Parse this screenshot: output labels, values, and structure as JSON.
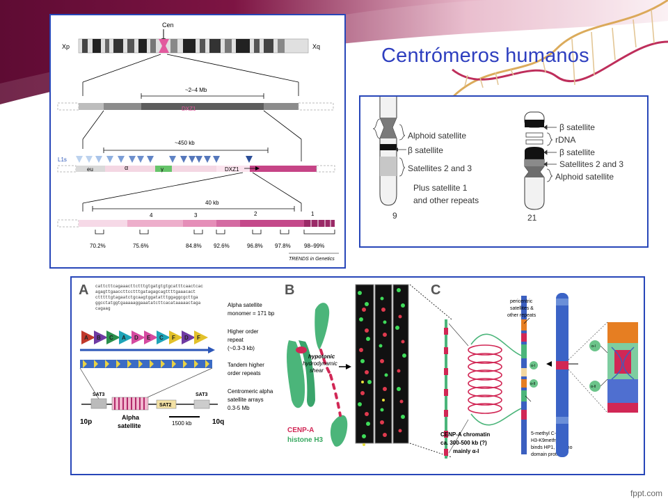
{
  "slide": {
    "title": "Centrómeros humanos",
    "watermark": "fppt.com"
  },
  "figure_x": {
    "cen": "Cen",
    "xp": "Xp",
    "xq": "Xq",
    "mb_range": "~2–4 Mb",
    "dxz1_a": "DXZ1",
    "kb450": "~450 kb",
    "l1s": "L1s",
    "eu": "eu",
    "alpha": "α",
    "gamma": "γ",
    "dxz1_b": "DXZ1",
    "kb40": "40 kb",
    "hor_labels": [
      "4",
      "3",
      "2",
      "1"
    ],
    "percents": [
      "70.2%",
      "75.6%",
      "84.8%",
      "92.6%",
      "96.8%",
      "97.8%",
      "98–99%"
    ],
    "credit": "TRENDS in Genetics"
  },
  "figure_21_9": {
    "left_labels": [
      "Alphoid satellite",
      "β satellite",
      "Satellites 2 and 3",
      "Plus satellite 1",
      "and other repeats"
    ],
    "left_num": "9",
    "right_labels": [
      "β satellite",
      "rDNA",
      "β satellite",
      "Satellites 2 and 3",
      "Alphoid satellite"
    ],
    "right_num": "21"
  },
  "figure_abc": {
    "panel_a": "A",
    "panel_b": "B",
    "panel_c": "C",
    "sequence": [
      "cattcttcagaaacttctttgtgatgtgtgcatttcaactcac",
      "agagttgaaccttcctttgatagagcagttttgaaacact",
      "ctttttgtagaatctgcaagtggatatttggaggcgcttga",
      "ggcctatggtgaaaaaggaaatatcttcacataaaaactaga",
      "cagaag"
    ],
    "monomer_title": "Alpha satellite",
    "monomer_sub": "monomer = 171 bp",
    "letters": [
      "A",
      "B",
      "C",
      "A",
      "D",
      "E",
      "C",
      "F",
      "D",
      "F"
    ],
    "hor_title": "Higher order",
    "hor_sub1": "repeat",
    "hor_sub2": "(~0.3-3 kb)",
    "tandem1": "Tandem higher",
    "tandem2": "order repeats",
    "arrays1": "Centromeric alpha",
    "arrays2": "satellite arrays",
    "arrays3": "0.3-5 Mb",
    "sat3a": "SAT3",
    "sat3b": "SAT3",
    "sat2": "SAT2",
    "alpha_sat": [
      "Alpha",
      "satellite"
    ],
    "scale": "1500 kb",
    "p10": "10p",
    "q10": "10q",
    "hypotonic": [
      "hypotonic",
      "hydrodynamic",
      "shear"
    ],
    "cenpa": "CENP-A",
    "h3": "histone H3",
    "peri": [
      "pericentric",
      "satellites &",
      "other repeats"
    ],
    "chromatin": [
      "CENP-A chromatin",
      "ca. 300-500 kb (?)",
      "mainly α-I"
    ],
    "methyl": [
      "5-methyl C-rich",
      "H3-K9methyl rich",
      "binds HP1, chromo",
      "domain proteins"
    ],
    "alpha_i": "α-I",
    "alpha_ii": "α-II"
  },
  "colors": {
    "title": "#2e3fbf",
    "border": "#2746b8",
    "band_dark": "#6b0f3a",
    "band_light": "#c93a72"
  }
}
